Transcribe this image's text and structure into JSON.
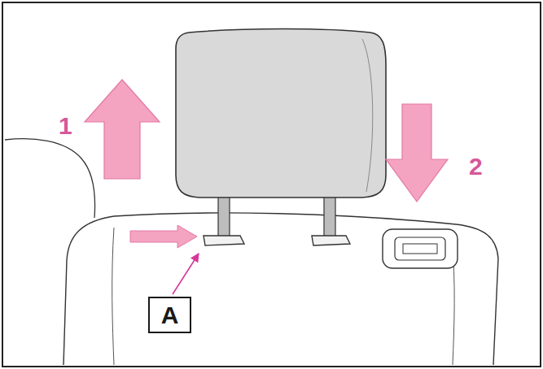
{
  "diagram": {
    "nodes": [
      {
        "text": [
          "A"
        ]
      }
    ],
    "labels": [
      "1",
      "2"
    ]
  }
}
